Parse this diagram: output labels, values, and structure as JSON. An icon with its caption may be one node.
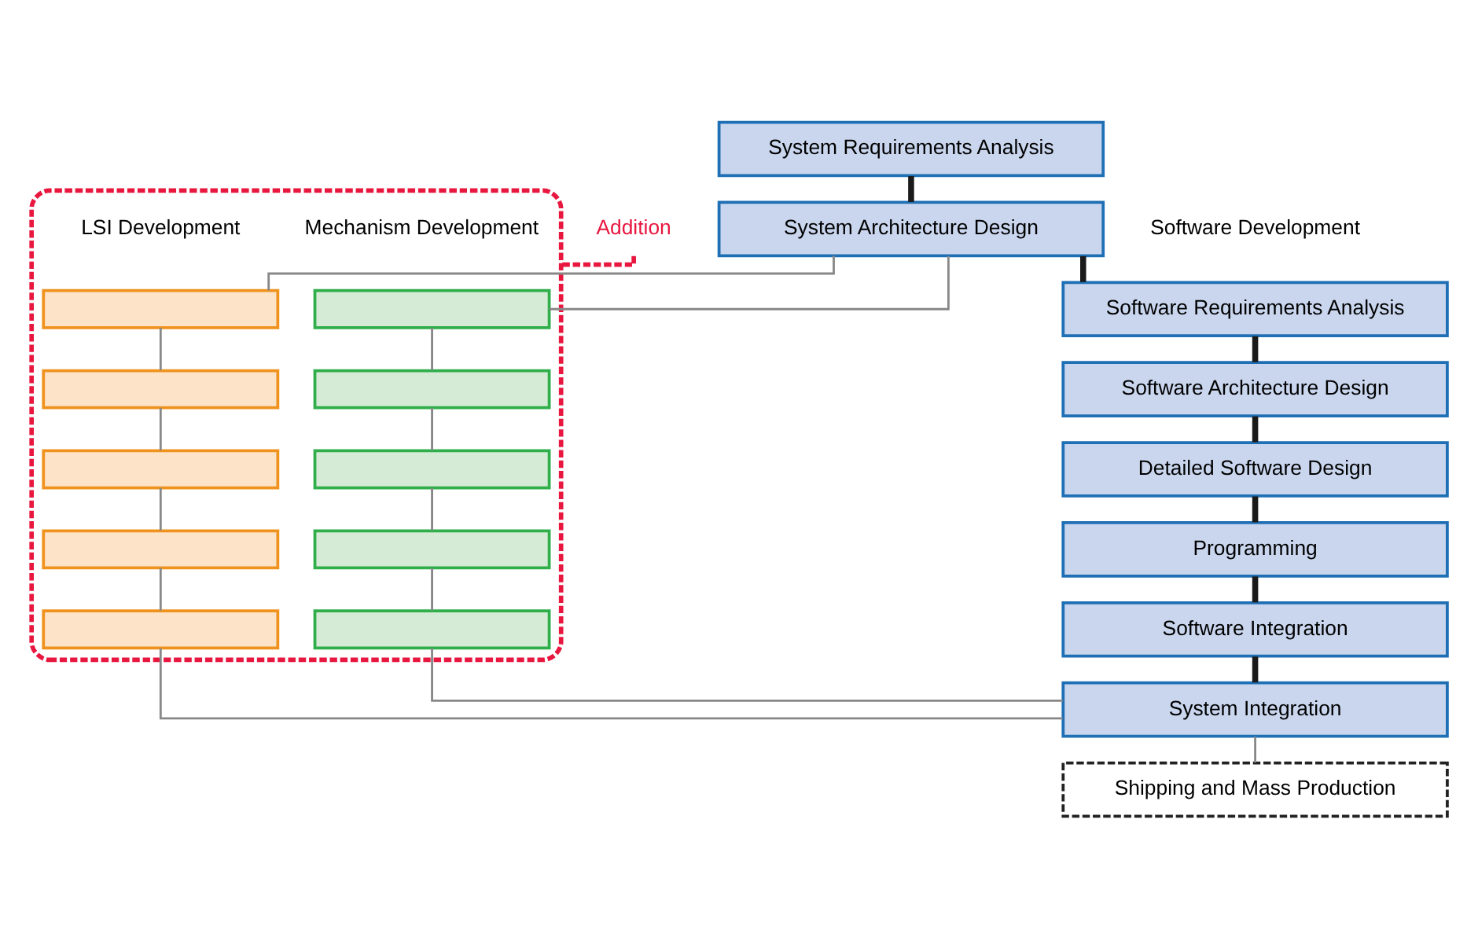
{
  "diagram": {
    "nodes": [
      {
        "text": [
          "System Requirements Analysis"
        ]
      },
      {
        "text": [
          "System Architecture Design"
        ]
      },
      {
        "text": [
          "Software Requirements Analysis"
        ]
      },
      {
        "text": [
          "Software Architecture Design"
        ]
      },
      {
        "text": [
          "Detailed Software Design"
        ]
      },
      {
        "text": [
          "Programming"
        ]
      },
      {
        "text": [
          "Software Integration"
        ]
      },
      {
        "text": [
          "System Integration"
        ]
      },
      {
        "text": [
          "Shipping and Mass Production"
        ]
      },
      {
        "text": [
          "Addition"
        ]
      },
      {
        "text": [],
        "shape": "box"
      },
      {
        "text": [],
        "shape": "box",
        "in": 10
      },
      {
        "text": [],
        "shape": "box",
        "in": 10
      },
      {
        "text": [],
        "shape": "box",
        "in": 10
      },
      {
        "text": [],
        "shape": "box",
        "in": 10
      },
      {
        "text": [],
        "shape": "box",
        "in": 10
      },
      {
        "text": [],
        "shape": "box",
        "in": 10
      },
      {
        "text": [],
        "shape": "box",
        "in": 10
      },
      {
        "text": [],
        "shape": "box",
        "in": 10
      },
      {
        "text": [],
        "shape": "box",
        "in": 10
      },
      {
        "text": [],
        "shape": "box",
        "in": 10
      }
    ],
    "edges": [
      {
        "from": 0,
        "to": 1,
        "arrow": "none",
        "style": "thick",
        "color": "#1a1a1a"
      },
      {
        "from": 1,
        "to": 2,
        "arrow": "none",
        "style": "thick",
        "color": "#1a1a1a"
      },
      {
        "from": 2,
        "to": 3,
        "arrow": "none",
        "style": "thick",
        "color": "#1a1a1a"
      },
      {
        "from": 3,
        "to": 4,
        "arrow": "none",
        "style": "thick",
        "color": "#1a1a1a"
      },
      {
        "from": 4,
        "to": 5,
        "arrow": "none",
        "style": "thick",
        "color": "#1a1a1a"
      },
      {
        "from": 5,
        "to": 6,
        "arrow": "none",
        "style": "thick",
        "color": "#1a1a1a"
      },
      {
        "from": 6,
        "to": 7,
        "arrow": "none",
        "style": "thick",
        "color": "#1a1a1a"
      },
      {
        "from": 1,
        "to": 11,
        "arrow": "none"
      },
      {
        "from": 11,
        "to": 12,
        "arrow": "none"
      },
      {
        "from": 12,
        "to": 13,
        "arrow": "none"
      },
      {
        "from": 13,
        "to": 14,
        "arrow": "none"
      },
      {
        "from": 14,
        "to": 15,
        "arrow": "none"
      },
      {
        "from": 15,
        "to": 7,
        "arrow": "none"
      },
      {
        "from": 1,
        "to": 16,
        "arrow": "none"
      },
      {
        "from": 16,
        "to": 17,
        "arrow": "none"
      },
      {
        "from": 17,
        "to": 18,
        "arrow": "none"
      },
      {
        "from": 18,
        "to": 19,
        "arrow": "none"
      },
      {
        "from": 19,
        "to": 20,
        "arrow": "none"
      },
      {
        "from": 20,
        "to": 7,
        "arrow": "none"
      },
      {
        "from": 7,
        "to": 8,
        "arrow": "none"
      },
      {
        "from": 9,
        "to": 10,
        "arrow": "none",
        "style": "dashed",
        "color": "#e8173f"
      }
    ],
    "labels": [
      "Software Development",
      "LSI Development",
      "Mechanism Development"
    ]
  }
}
